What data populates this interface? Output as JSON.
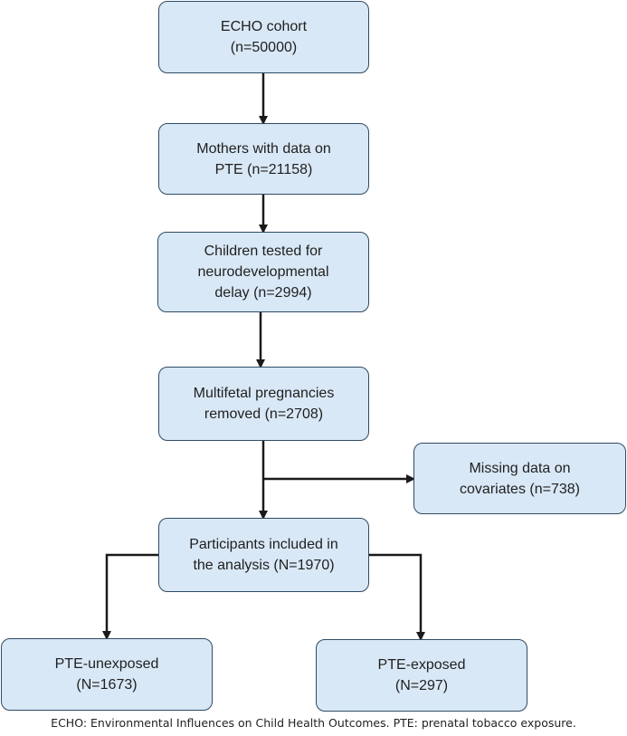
{
  "colors": {
    "box_fill": "#d9e8f6",
    "box_border": "#2f4b63",
    "arrow": "#1a1a1a",
    "text": "#1f1f1f"
  },
  "boxes": {
    "cohort": {
      "line1": "ECHO cohort",
      "line2": "(n=50000)"
    },
    "pte_data": {
      "line1": "Mothers with data on",
      "line2": "PTE (n=21158)"
    },
    "tested": {
      "line1": "Children tested for",
      "line2": "neurodevelopmental",
      "line3": "delay (n=2994)"
    },
    "multifetal": {
      "line1": "Multifetal pregnancies",
      "line2": "removed (n=2708)"
    },
    "missing": {
      "line1": "Missing data on",
      "line2": "covariates (n=738)"
    },
    "included": {
      "line1": "Participants included in",
      "line2": "the analysis (N=1970)"
    },
    "unexposed": {
      "line1": "PTE-unexposed",
      "line2": "(N=1673)"
    },
    "exposed": {
      "line1": "PTE-exposed",
      "line2": "(N=297)"
    }
  },
  "caption": "ECHO: Environmental Influences on Child Health Outcomes. PTE: prenatal tobacco exposure."
}
